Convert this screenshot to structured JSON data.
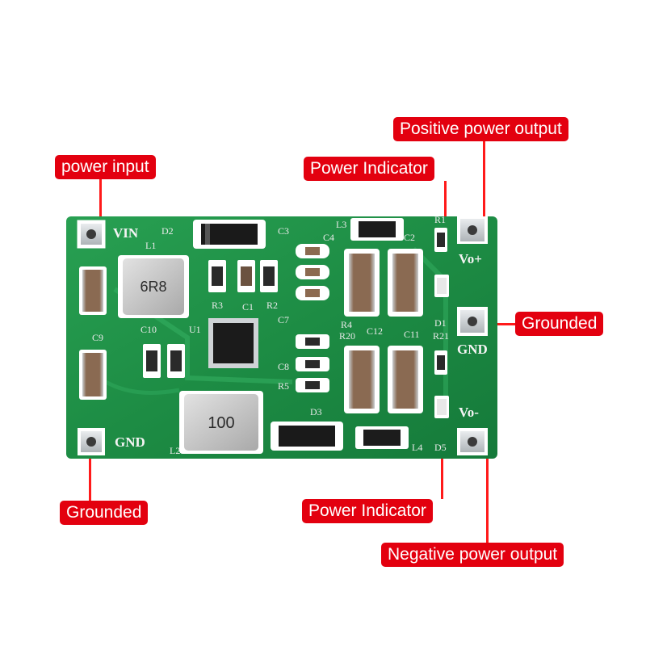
{
  "callouts": {
    "power_input": "power input",
    "power_indicator_top": "Power Indicator",
    "positive_output": "Positive power output",
    "grounded_right": "Grounded",
    "grounded_left": "Grounded",
    "power_indicator_bottom": "Power Indicator",
    "negative_output": "Negative power output"
  },
  "board_silkscreen": {
    "vin": "VIN",
    "gnd_left": "GND",
    "gnd_right": "GND",
    "vo_plus": "Vo+",
    "vo_minus": "Vo-",
    "inductor_top_code": "6R8",
    "inductor_bottom_code": "100",
    "l1": "L1",
    "l2": "L2",
    "l3": "L3",
    "l4": "L4",
    "d1": "D1",
    "d2": "D2",
    "d3": "D3",
    "d5": "D5",
    "u1": "U1",
    "c1": "C1",
    "c2": "C2",
    "c3": "C3",
    "c4": "C4",
    "c7": "C7",
    "c8": "C8",
    "c9": "C9",
    "c10": "C10",
    "c11": "C11",
    "c12": "C12",
    "r1": "R1",
    "r2": "R2",
    "r3": "R3",
    "r4": "R4",
    "r5": "R5",
    "r20": "R20",
    "r21": "R21"
  },
  "colors": {
    "callout_bg": "#e3000f",
    "callout_text": "#ffffff",
    "leader_line": "#ff1a1a",
    "pcb_green": "#1f8a45",
    "pad_silver": "#cfd3d6"
  }
}
